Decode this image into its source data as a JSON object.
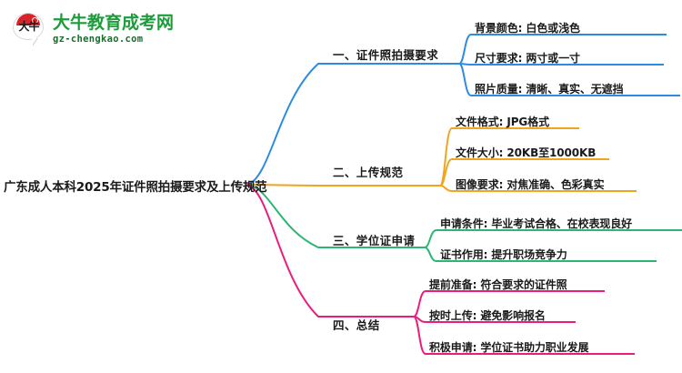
{
  "logo": {
    "mark_text": "大牛",
    "title": "大牛教育成考网",
    "domain": "gz-chengkao.com",
    "brand_green": "#1e9c3c",
    "brand_red": "#d8232a"
  },
  "mindmap": {
    "root": {
      "label": "广东成人本科2025年证件照拍摄要求及上传规范"
    },
    "branches": [
      {
        "label": "一、证件照拍摄要求",
        "color": "#2E8BE0",
        "children": [
          {
            "label": "背景颜色: 白色或浅色"
          },
          {
            "label": "尺寸要求: 两寸或一寸"
          },
          {
            "label": "照片质量: 清晰、真实、无遮挡"
          }
        ]
      },
      {
        "label": "二、上传规范",
        "color": "#EFA51E",
        "children": [
          {
            "label": "文件格式: JPG格式"
          },
          {
            "label": "文件大小: 20KB至1000KB"
          },
          {
            "label": "图像要求: 对焦准确、色彩真实"
          }
        ]
      },
      {
        "label": "三、学位证申请",
        "color": "#2BB673",
        "children": [
          {
            "label": "申请条件: 毕业考试合格、在校表现良好"
          },
          {
            "label": "证书作用: 提升职场竞争力"
          }
        ]
      },
      {
        "label": "四、总结",
        "color": "#EC1C7D",
        "children": [
          {
            "label": "提前准备: 符合要求的证件照"
          },
          {
            "label": "按时上传: 避免影响报名"
          },
          {
            "label": "积极申请: 学位证书助力职业发展"
          }
        ]
      }
    ]
  }
}
